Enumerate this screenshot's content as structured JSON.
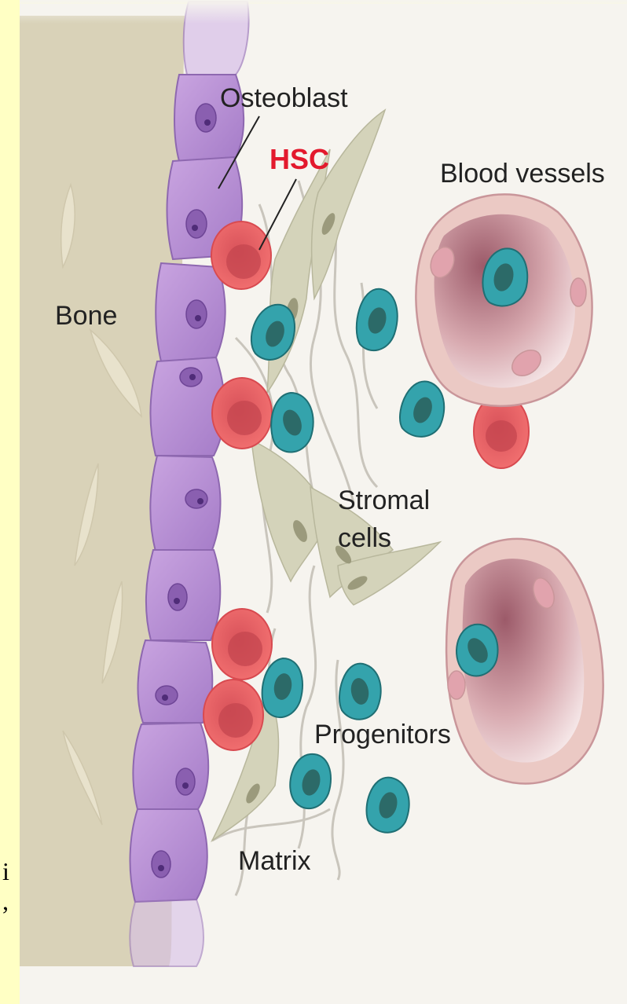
{
  "labels": {
    "osteoblast": "Osteoblast",
    "hsc": "HSC",
    "blood_vessels": "Blood vessels",
    "bone": "Bone",
    "stromal_line1": "Stromal",
    "stromal_line2": "cells",
    "progenitors": "Progenitors",
    "matrix": "Matrix"
  },
  "margin_text": {
    "line1": "i",
    "line2": ","
  },
  "colors": {
    "page_background": "#ffffc4",
    "panel_background": "#f6f4ef",
    "bone": "#d9d2b8",
    "osteoblast": "#b48ad0",
    "osteoblast_nucleus": "#7a4fa0",
    "hsc": "#ef6463",
    "hsc_label": "#e3192d",
    "progenitor": "#34a3ac",
    "progenitor_nucleus": "#2c6a68",
    "stromal": "#d4d3ba",
    "vessel_wall": "#ebc9c4",
    "vessel_lumen": "#b77883"
  }
}
